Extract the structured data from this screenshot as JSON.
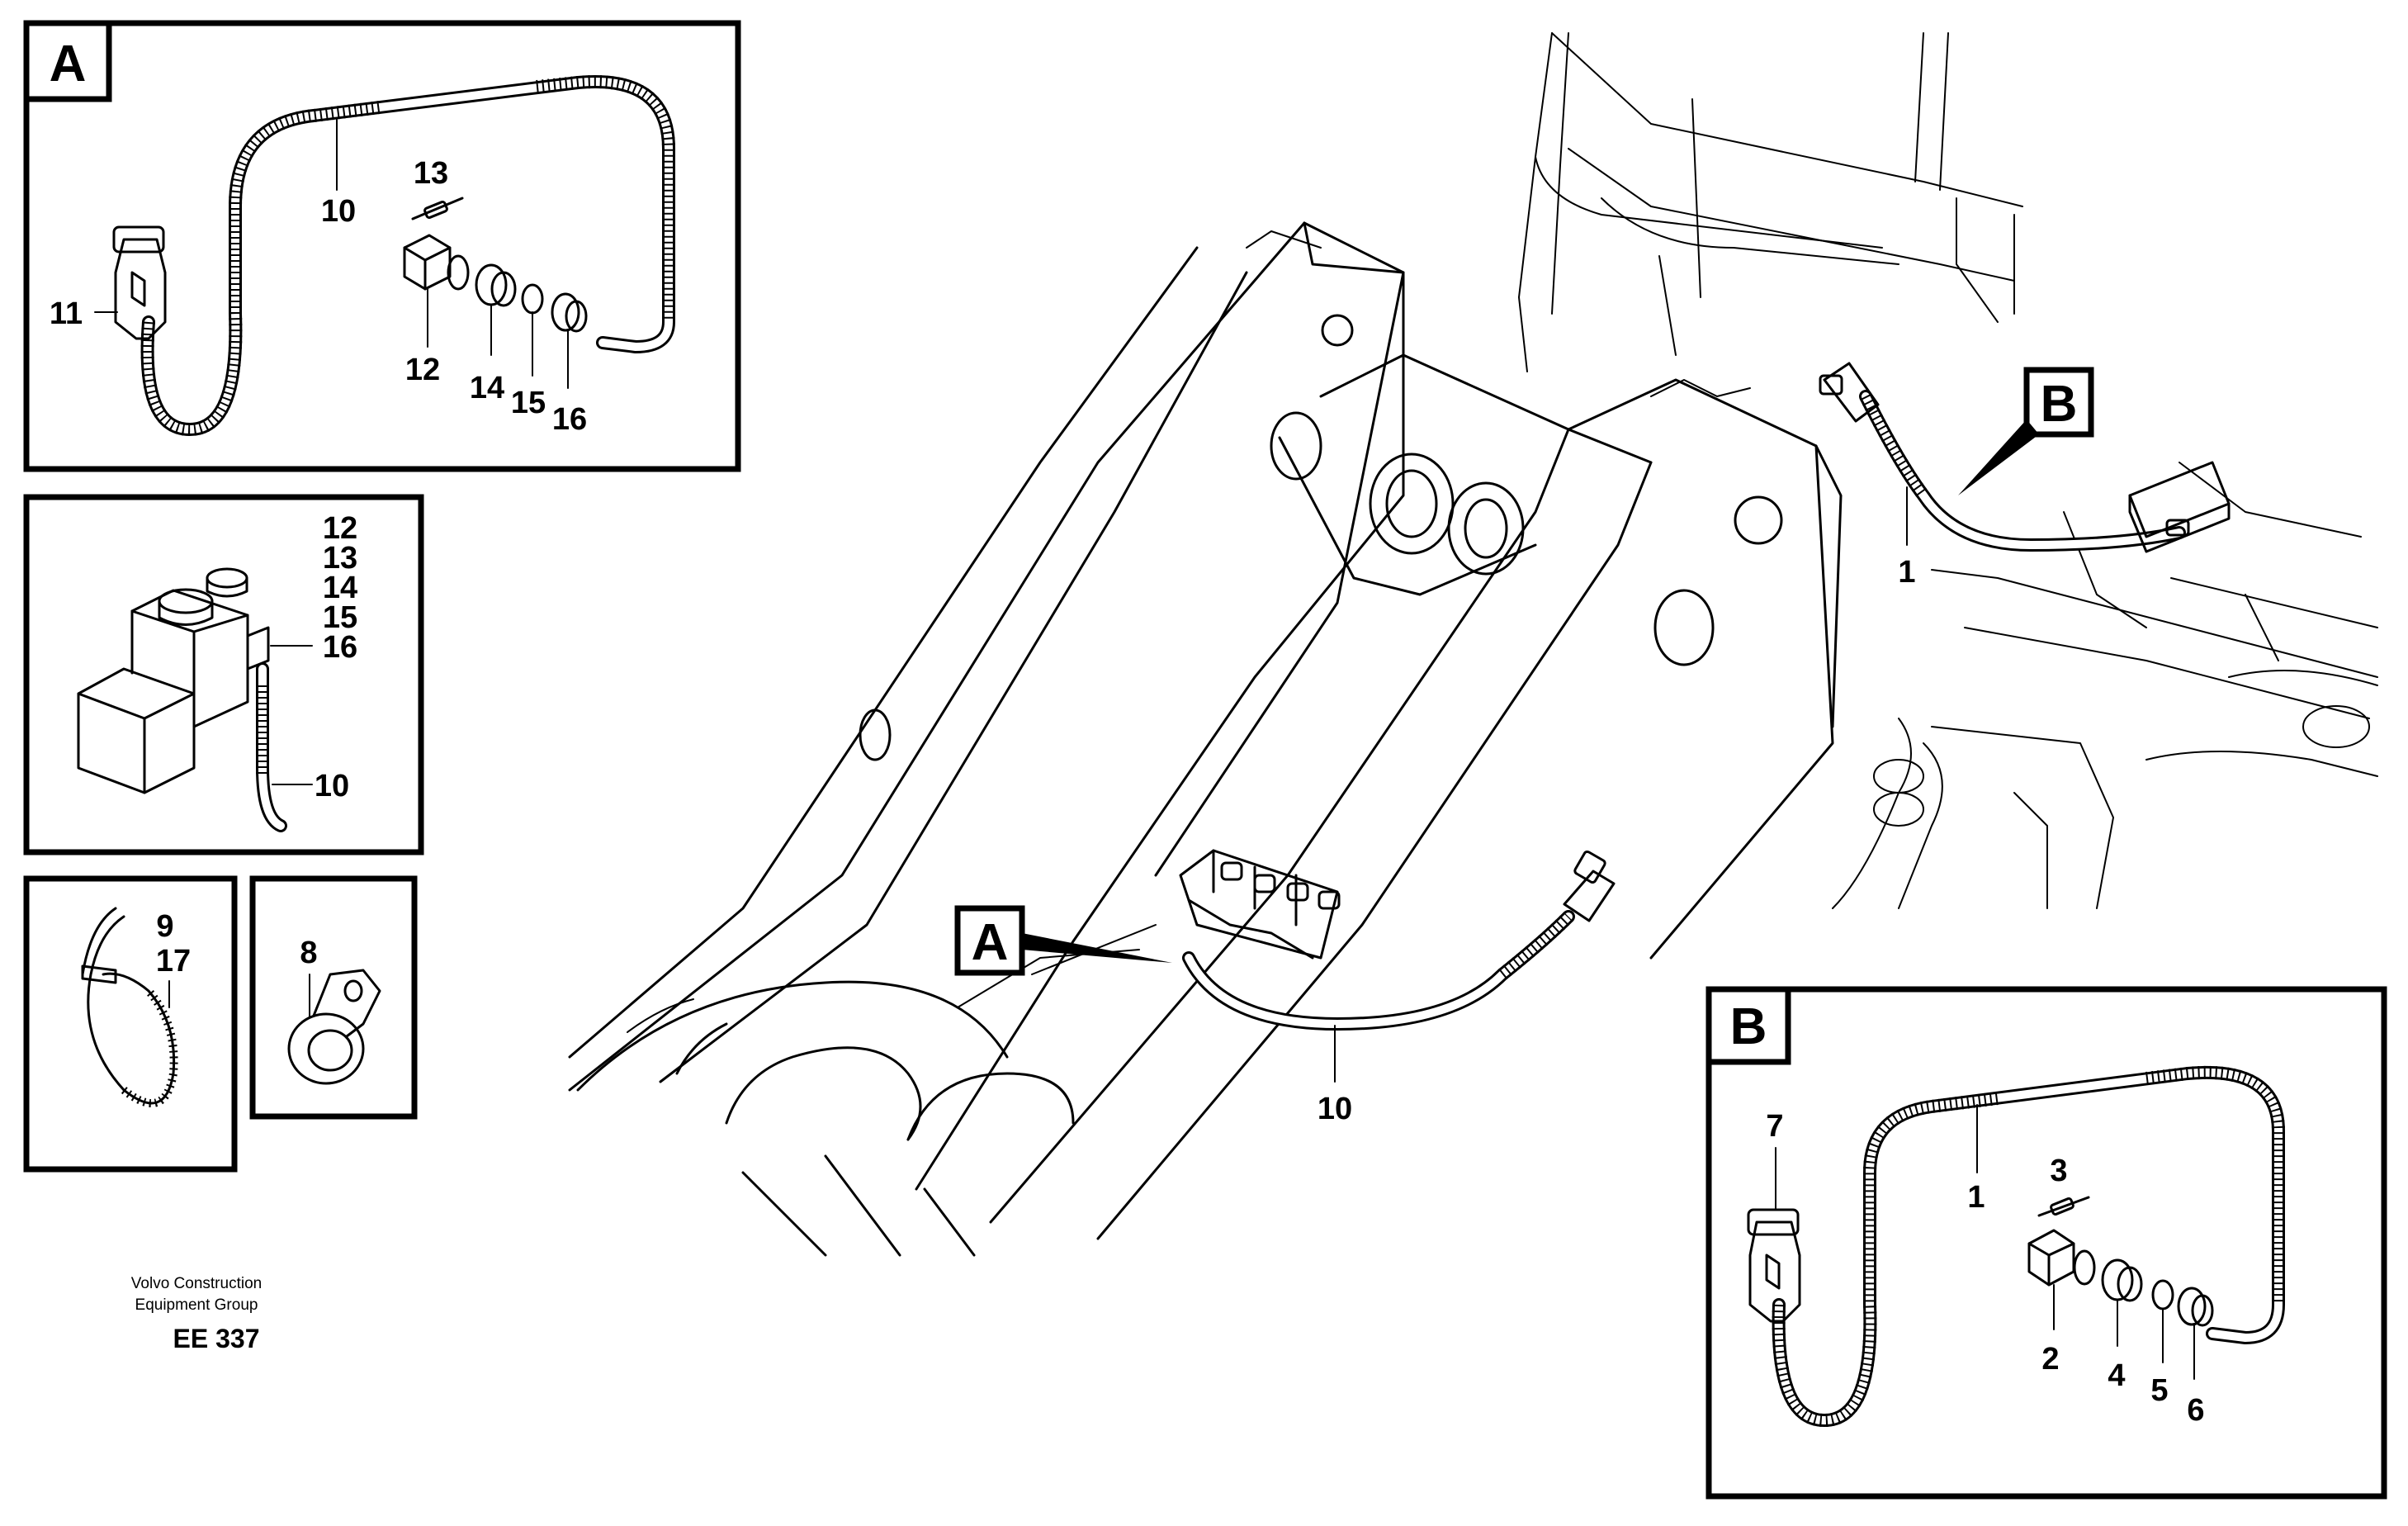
{
  "callouts": {
    "detail_a": "A",
    "detail_b": "B"
  },
  "detail_a": {
    "harness": "10",
    "plug": "11",
    "socket": "12",
    "pin": "13",
    "seal": "14",
    "washer": "15",
    "nut": "16"
  },
  "detail_valve": {
    "item_12": "12",
    "item_13": "13",
    "item_14": "14",
    "item_15": "15",
    "item_16": "16",
    "harness": "10"
  },
  "detail_tie": {
    "item_9": "9",
    "item_17": "17"
  },
  "detail_clamp": {
    "item_8": "8"
  },
  "main": {
    "harness_front": "10",
    "harness_rear": "1"
  },
  "detail_b": {
    "harness": "1",
    "socket": "2",
    "pin": "3",
    "seal": "4",
    "washer": "5",
    "nut": "6",
    "plug": "7"
  },
  "footer": {
    "line1": "Volvo Construction",
    "line2": "Equipment Group",
    "code": "EE 337"
  }
}
